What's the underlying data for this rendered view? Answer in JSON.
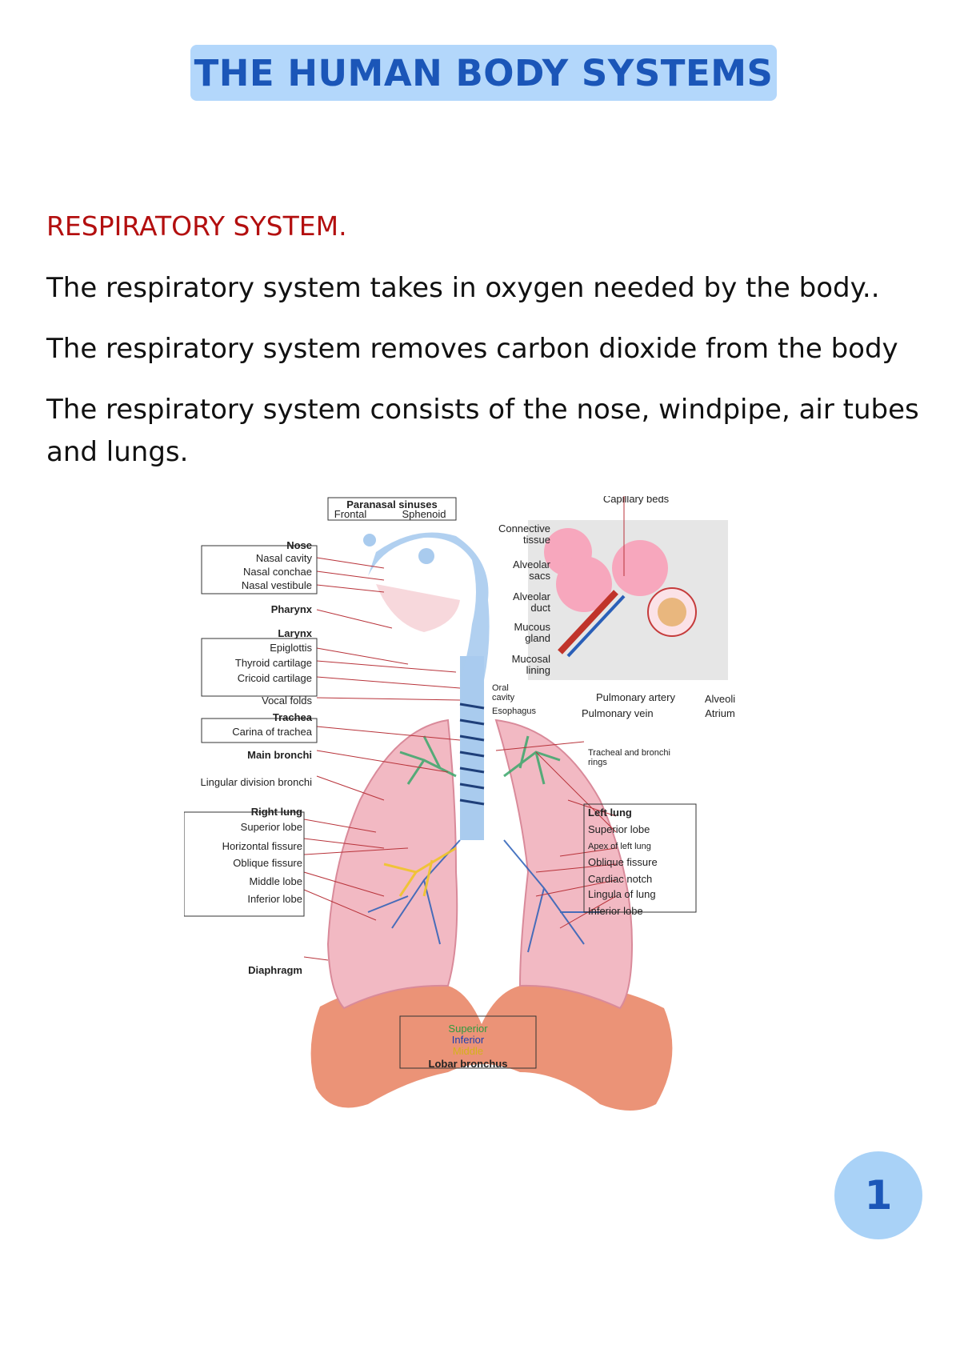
{
  "document": {
    "title": "THE HUMAN BODY SYSTEMS",
    "section_heading": "RESPIRATORY SYSTEM.",
    "paragraphs": [
      "The respiratory system takes in oxygen needed by the body..",
      "The respiratory system removes carbon dioxide from the body",
      "The respiratory system consists of the nose, windpipe, air tubes and lungs."
    ],
    "page_number": "1"
  },
  "diagram": {
    "labels": {
      "paranasal_sinuses": "Paranasal sinuses",
      "frontal": "Frontal",
      "sphenoid": "Sphenoid",
      "nose": "Nose",
      "nasal_cavity": "Nasal cavity",
      "nasal_conchae": "Nasal conchae",
      "nasal_vestibule": "Nasal vestibule",
      "pharynx": "Pharynx",
      "larynx": "Larynx",
      "epiglottis": "Epiglottis",
      "thyroid_cartilage": "Thyroid cartilage",
      "cricoid_cartilage": "Cricoid cartilage",
      "vocal_folds": "Vocal folds",
      "trachea": "Trachea",
      "carina": "Carina of trachea",
      "main_bronchi": "Main bronchi",
      "lingular": "Lingular division bronchi",
      "right_lung": "Right lung",
      "r_superior": "Superior lobe",
      "horizontal_fissure": "Horizontal fissure",
      "r_oblique": "Oblique fissure",
      "middle_lobe": "Middle lobe",
      "r_inferior": "Inferior lobe",
      "diaphragm": "Diaphragm",
      "lobar_superior": "Superior",
      "lobar_inferior": "Inferior",
      "lobar_middle": "Middle",
      "lobar_bronchus": "Lobar bronchus",
      "capillary_beds": "Capillary beds",
      "connective_tissue_1": "Connective",
      "connective_tissue_2": "tissue",
      "alveolar_sacs_1": "Alveolar",
      "alveolar_sacs_2": "sacs",
      "alveolar_duct_1": "Alveolar",
      "alveolar_duct_2": "duct",
      "mucous_gland_1": "Mucous",
      "mucous_gland_2": "gland",
      "mucosal_lining_1": "Mucosal",
      "mucosal_lining_2": "lining",
      "oral_cavity_1": "Oral",
      "oral_cavity_2": "cavity",
      "esophagus": "Esophagus",
      "pulmonary_artery": "Pulmonary artery",
      "pulmonary_vein": "Pulmonary vein",
      "alveoli": "Alveoli",
      "atrium": "Atrium",
      "tracheal_rings_1": "Tracheal and bronchi",
      "tracheal_rings_2": "rings",
      "left_lung": "Left lung",
      "l_superior": "Superior lobe",
      "apex": "Apex of left lung",
      "l_oblique": "Oblique fissure",
      "cardiac_notch": "Cardiac notch",
      "lingula": "Lingula of lung",
      "l_inferior": "Inferior lobe"
    }
  },
  "colors": {
    "title_bg": "#b3d7fb",
    "title_text": "#1b56b8",
    "heading_red": "#b30f0f",
    "lung_pink": "#f2b9c3",
    "diaphragm": "#e8805f",
    "airway_blue": "#a9cbee"
  }
}
